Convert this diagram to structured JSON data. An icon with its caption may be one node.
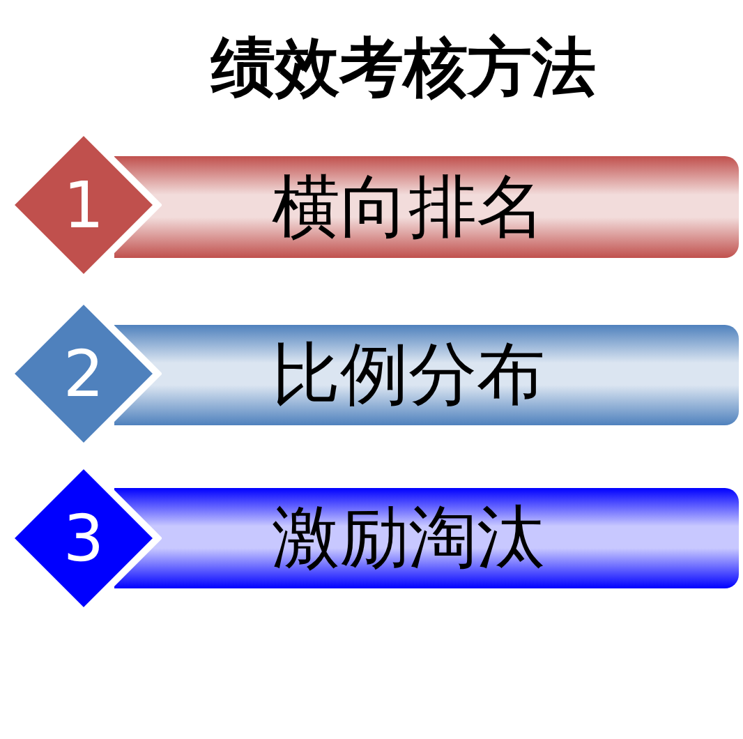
{
  "diagram": {
    "title": "绩效考核方法",
    "nodes": [
      {
        "text": [
          "1"
        ]
      },
      {
        "text": [
          "横向排名"
        ]
      },
      {
        "text": [
          "2"
        ]
      },
      {
        "text": [
          "比例分布"
        ]
      },
      {
        "text": [
          "3"
        ]
      },
      {
        "text": [
          "激励淘汰"
        ]
      }
    ]
  }
}
